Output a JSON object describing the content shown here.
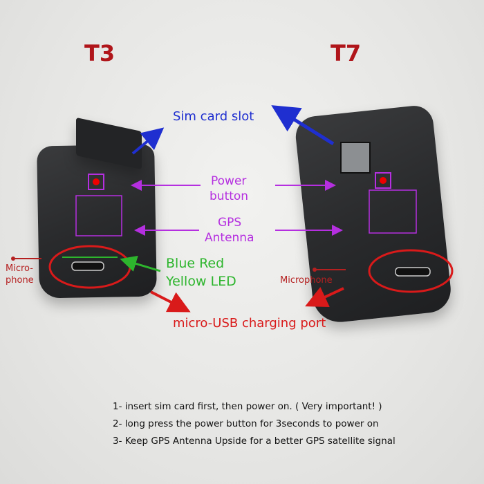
{
  "models": {
    "left": "T3",
    "right": "T7"
  },
  "labels": {
    "sim_slot": "Sim card slot",
    "power_line1": "Power",
    "power_line2": "button",
    "gps_line1": "GPS",
    "gps_line2": "Antenna",
    "led_line1": "Blue Red",
    "led_line2": "Yellow LED",
    "mic_left_line1": "Micro-",
    "mic_left_line2": "phone",
    "mic_right": "Microphone",
    "usb_port": "micro-USB charging port"
  },
  "instructions": [
    "1- insert sim card first, then power on. ( Very important! )",
    "2- long press the power button for 3seconds to power on",
    "3- Keep GPS Antenna Upside for a better GPS satellite signal"
  ],
  "colors": {
    "model_title": "#b0151a",
    "sim": "#1f2fd0",
    "purple": "#b52fe0",
    "green": "#2db52d",
    "red": "#d91a1a",
    "mic": "#b52020"
  }
}
